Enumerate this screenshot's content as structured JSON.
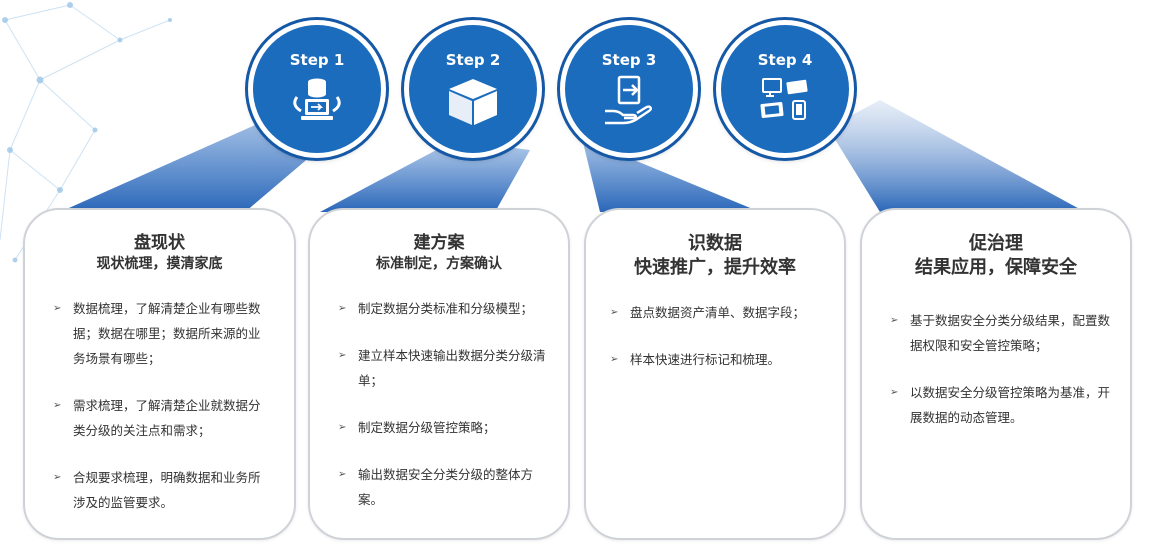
{
  "steps": [
    {
      "step_label": "Step 1",
      "icon": "database-sync-icon",
      "title": "盘现状",
      "subtitle": "现状梳理，摸清家底",
      "items": [
        "数据梳理，了解清楚企业有哪些数据；数据在哪里；数据所来源的业务场景有哪些；",
        "需求梳理，了解清楚企业就数据分类分级的关注点和需求；",
        "合规要求梳理，明确数据和业务所涉及的监管要求。"
      ]
    },
    {
      "step_label": "Step 2",
      "icon": "cube-icon",
      "title": "建方案",
      "subtitle": "标准制定，方案确认",
      "items": [
        "制定数据分类标准和分级模型；",
        "建立样本快速输出数据分类分级清单；",
        "制定数据分级管控策略；",
        "输出数据安全分类分级的整体方案。"
      ]
    },
    {
      "step_label": "Step 3",
      "icon": "hand-export-icon",
      "title": "识数据",
      "subtitle": "快速推广，提升效率",
      "items": [
        "盘点数据资产清单、数据字段；",
        "样本快速进行标记和梳理。"
      ]
    },
    {
      "step_label": "Step 4",
      "icon": "devices-icon",
      "title": "促治理",
      "subtitle": "结果应用，保障安全",
      "items": [
        "基于数据安全分类分级结果，配置数据权限和安全管控策略；",
        "以数据安全分级管控策略为基准，开展数据的动态管理。"
      ]
    }
  ],
  "colors": {
    "circle_blue": "#1b6cbd",
    "beam_blue": "#1f5fb5",
    "text": "#333333",
    "card_border": "#cfd3d8"
  }
}
